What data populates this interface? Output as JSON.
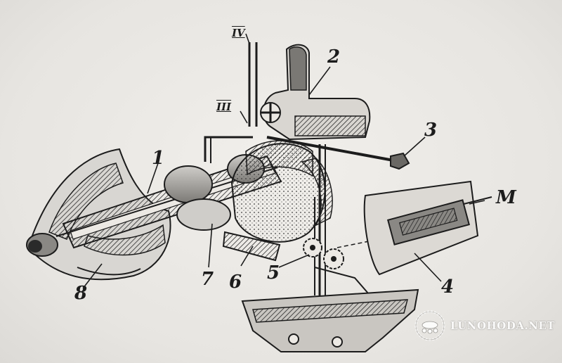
{
  "callouts": {
    "c1": "1",
    "c2": "2",
    "c3": "3",
    "c4": "4",
    "c5": "5",
    "c6": "6",
    "c7": "7",
    "c8": "8",
    "cM": "M"
  },
  "roman": {
    "r3": "III",
    "r4": "IV"
  },
  "watermark": {
    "text": "LUNOHODA.NET",
    "logo_icon": "lunokhod-rover-emblem"
  },
  "colors": {
    "ink": "#1c1c1c",
    "paper": "#eae8e4",
    "hatch": "#2a2a2a"
  }
}
